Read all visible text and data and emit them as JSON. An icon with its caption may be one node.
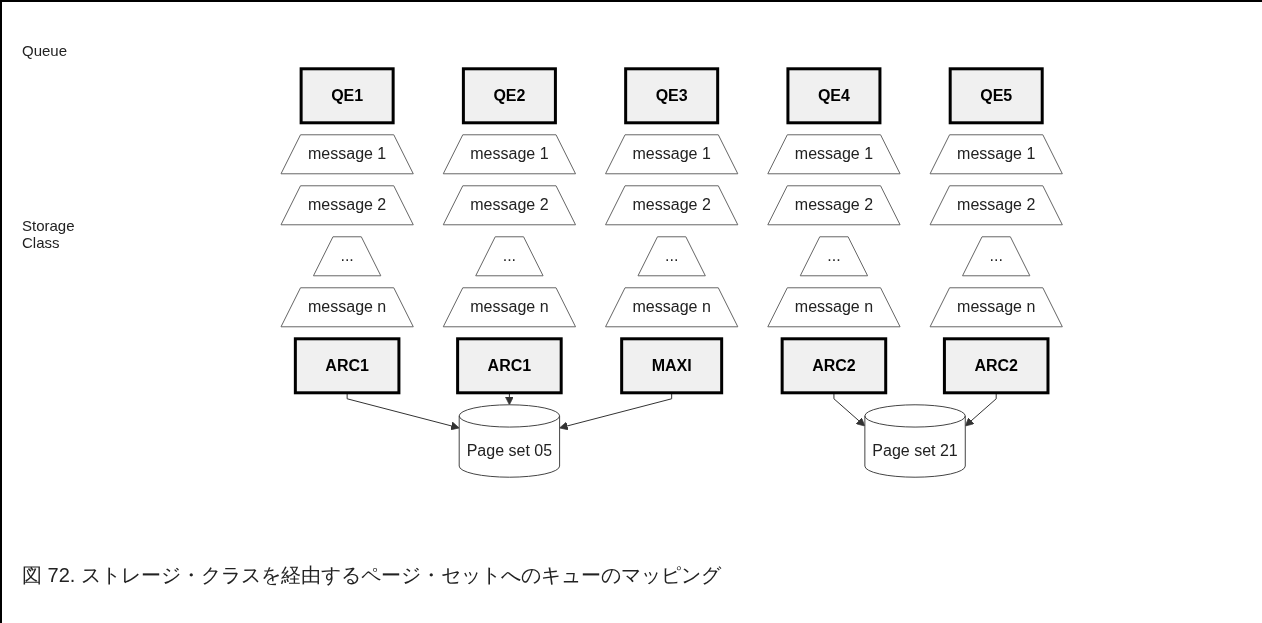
{
  "diagram": {
    "caption": "図 72. ストレージ・クラスを経由するページ・セットへのキューのマッピング",
    "nodes": [
      {
        "text": [
          "QE1"
        ]
      },
      {
        "text": [
          "message 1"
        ]
      },
      {
        "text": [
          "message 2"
        ]
      },
      {
        "text": [
          "..."
        ]
      },
      {
        "text": [
          "message n"
        ]
      },
      {
        "text": [
          "ARC1"
        ]
      },
      {
        "text": [
          "QE2"
        ]
      },
      {
        "text": [
          "message 1"
        ]
      },
      {
        "text": [
          "message 2"
        ]
      },
      {
        "text": [
          "..."
        ]
      },
      {
        "text": [
          "message n"
        ]
      },
      {
        "text": [
          "ARC1"
        ]
      },
      {
        "text": [
          "QE3"
        ]
      },
      {
        "text": [
          "message 1"
        ]
      },
      {
        "text": [
          "message 2"
        ]
      },
      {
        "text": [
          "..."
        ]
      },
      {
        "text": [
          "message n"
        ]
      },
      {
        "text": [
          "MAXI"
        ]
      },
      {
        "text": [
          "QE4"
        ]
      },
      {
        "text": [
          "message 1"
        ]
      },
      {
        "text": [
          "message 2"
        ]
      },
      {
        "text": [
          "..."
        ]
      },
      {
        "text": [
          "message n"
        ]
      },
      {
        "text": [
          "ARC2"
        ]
      },
      {
        "text": [
          "QE5"
        ]
      },
      {
        "text": [
          "message 1"
        ]
      },
      {
        "text": [
          "message 2"
        ]
      },
      {
        "text": [
          "..."
        ]
      },
      {
        "text": [
          "message n"
        ]
      },
      {
        "text": [
          "ARC2"
        ]
      },
      {
        "text": [
          "Page set 05"
        ]
      },
      {
        "text": [
          "Page set 21"
        ]
      }
    ],
    "edges": [
      {
        "from": 5,
        "to": 30,
        "arrow": "to"
      },
      {
        "from": 11,
        "to": 30,
        "arrow": "to"
      },
      {
        "from": 17,
        "to": 30,
        "arrow": "to"
      },
      {
        "from": 23,
        "to": 31,
        "arrow": "to"
      },
      {
        "from": 29,
        "to": 31,
        "arrow": "to"
      }
    ],
    "labels": [
      "Queue",
      "Storage Class"
    ]
  }
}
